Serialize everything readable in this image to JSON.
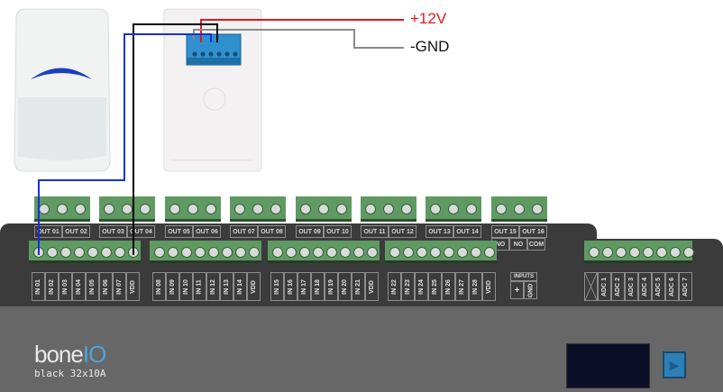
{
  "wires": {
    "plus_label": "+12V",
    "gnd_label": "-GND",
    "colors": {
      "power": "#e8141c",
      "ground": "#8a8a8a",
      "signal": "#1830d8",
      "common": "#000000"
    }
  },
  "board": {
    "brand": {
      "main": "bone",
      "accent": "IO"
    },
    "model": "black 32x10A",
    "outputs": [
      "OUT 01",
      "OUT 02",
      "OUT 03",
      "OUT 04",
      "OUT 05",
      "OUT 06",
      "OUT 07",
      "OUT 08",
      "OUT 09",
      "OUT 10",
      "OUT 11",
      "OUT 12",
      "OUT 13",
      "OUT 14",
      "OUT 15",
      "OUT 16"
    ],
    "relay_contacts": [
      "NO",
      "NO",
      "COM"
    ],
    "input_groups": [
      [
        "IN 01",
        "IN 02",
        "IN 03",
        "IN 04",
        "IN 05",
        "IN 06",
        "IN 07",
        "VDD"
      ],
      [
        "IN 08",
        "IN 09",
        "IN 10",
        "IN 11",
        "IN 12",
        "IN 13",
        "IN 14",
        "VDD"
      ],
      [
        "IN 15",
        "IN 16",
        "IN 17",
        "IN 18",
        "IN 19",
        "IN 20",
        "IN 21",
        "VDD"
      ],
      [
        "IN 22",
        "IN 23",
        "IN 24",
        "IN 25",
        "IN 26",
        "IN 27",
        "IN 28",
        "VDD"
      ]
    ],
    "power_inputs": {
      "title": "INPUTS",
      "plus": "+",
      "gnd": "GND"
    },
    "adc": [
      "ADC 1",
      "ADC 2",
      "ADC 3",
      "ADC 4",
      "ADC 5",
      "ADC 6",
      "ADC 7"
    ],
    "accent_color": "#4da3dd"
  },
  "icons": {
    "sensor_front": "pir-sensor-front",
    "sensor_back": "pir-sensor-back",
    "button": "play-arrow-icon"
  }
}
